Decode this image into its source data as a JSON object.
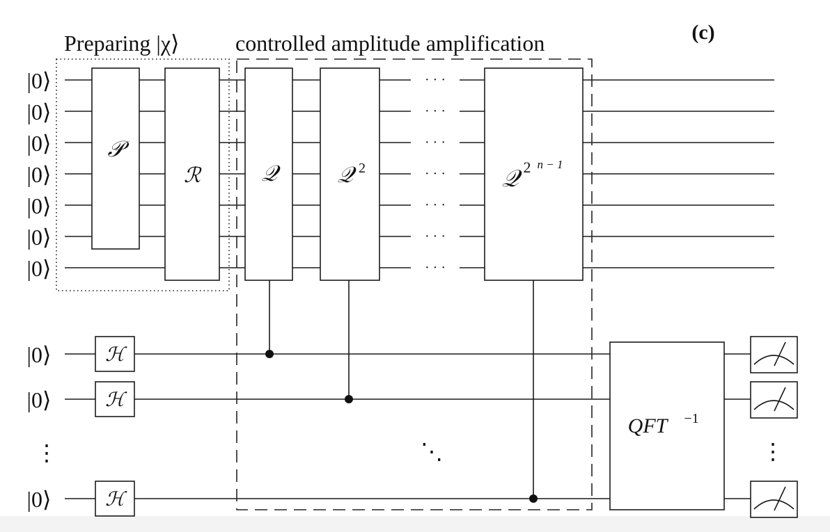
{
  "panel_label": "(c)",
  "sections": {
    "preparing": "Preparing |χ⟩",
    "amplification": "controlled amplitude amplification"
  },
  "top_register": {
    "qubit_labels": [
      "|0⟩",
      "|0⟩",
      "|0⟩",
      "|0⟩",
      "|0⟩",
      "|0⟩",
      "|0⟩"
    ]
  },
  "bottom_register": {
    "qubit_labels": [
      "|0⟩",
      "|0⟩",
      "|0⟩"
    ],
    "vdots": "⋮"
  },
  "gates": {
    "P": "𝒫",
    "R": "ℛ",
    "Q": "𝒬",
    "Q2_base": "𝒬",
    "Q2_exp": "2",
    "Qn_base": "𝒬",
    "Qn_exp_base": "2",
    "Qn_exp_sup": "n − 1",
    "H": "ℋ",
    "QFT_base": "QFT",
    "QFT_exp": "−1"
  },
  "hdots": "· · ·",
  "ddots": "⋱",
  "measure_vdots": "⋮",
  "colors": {
    "line": "#1a1a1a",
    "background": "#ffffff",
    "band": "#f3f3f3"
  }
}
